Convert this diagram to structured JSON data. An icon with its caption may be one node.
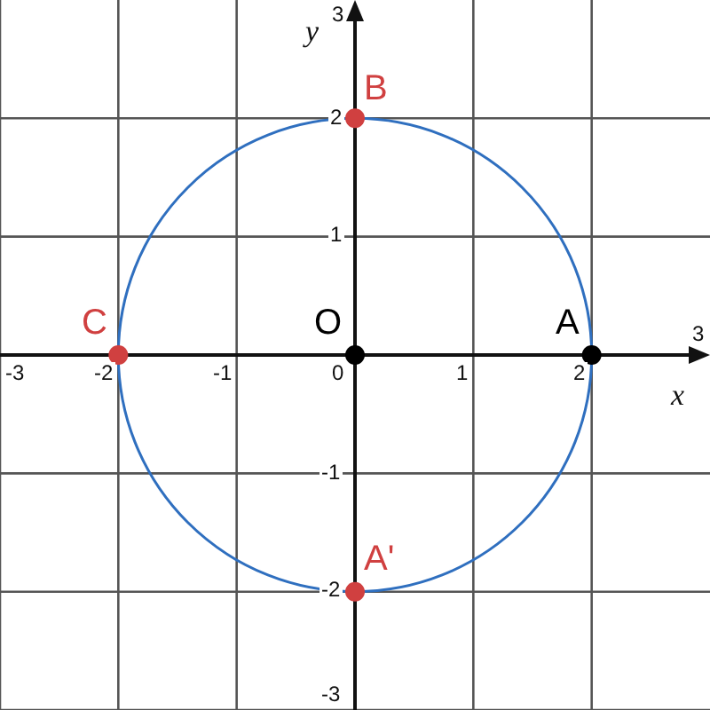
{
  "diagram": {
    "nodes": [
      {
        "text": [
          "B"
        ]
      },
      {
        "text": [
          "C"
        ]
      },
      {
        "text": [
          "O"
        ]
      },
      {
        "text": [
          "A"
        ]
      },
      {
        "text": [
          "A'"
        ]
      }
    ],
    "labels": [
      "3",
      "y",
      "2",
      "1",
      "-3",
      "-2",
      "-1",
      "0",
      "1",
      "2",
      "3",
      "x",
      "-1",
      "-2",
      "-3"
    ]
  }
}
